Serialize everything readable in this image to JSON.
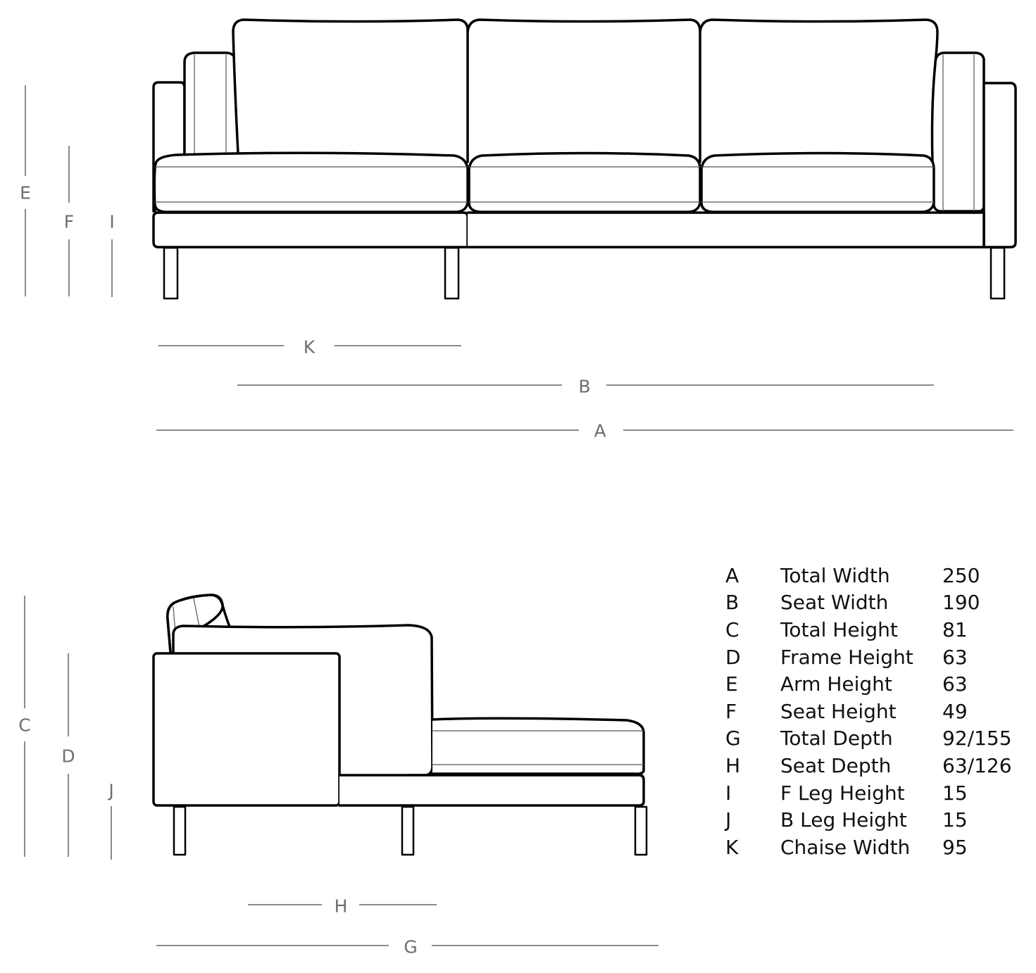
{
  "front_view": {
    "dimension_labels": {
      "E": "E",
      "F": "F",
      "I": "I",
      "K": "K",
      "B": "B",
      "A": "A"
    }
  },
  "side_view": {
    "dimension_labels": {
      "C": "C",
      "D": "D",
      "J": "J",
      "H": "H",
      "G": "G"
    }
  },
  "specifications": [
    {
      "code": "A",
      "name": "Total Width",
      "value": "250"
    },
    {
      "code": "B",
      "name": "Seat Width",
      "value": "190"
    },
    {
      "code": "C",
      "name": "Total Height",
      "value": "81"
    },
    {
      "code": "D",
      "name": "Frame Height",
      "value": "63"
    },
    {
      "code": "E",
      "name": "Arm Height",
      "value": "63"
    },
    {
      "code": "F",
      "name": "Seat Height",
      "value": "49"
    },
    {
      "code": "G",
      "name": "Total Depth",
      "value": "92/155"
    },
    {
      "code": "H",
      "name": "Seat Depth",
      "value": "63/126"
    },
    {
      "code": "I",
      "name": "F Leg Height",
      "value": "15"
    },
    {
      "code": "J",
      "name": "B Leg Height",
      "value": "15"
    },
    {
      "code": "K",
      "name": "Chaise Width",
      "value": "95"
    }
  ],
  "colors": {
    "outline": "#000000",
    "dimension_line": "#8a8a8a",
    "dimension_text": "#6e6e6e",
    "table_text": "#111111",
    "background": "#ffffff"
  }
}
